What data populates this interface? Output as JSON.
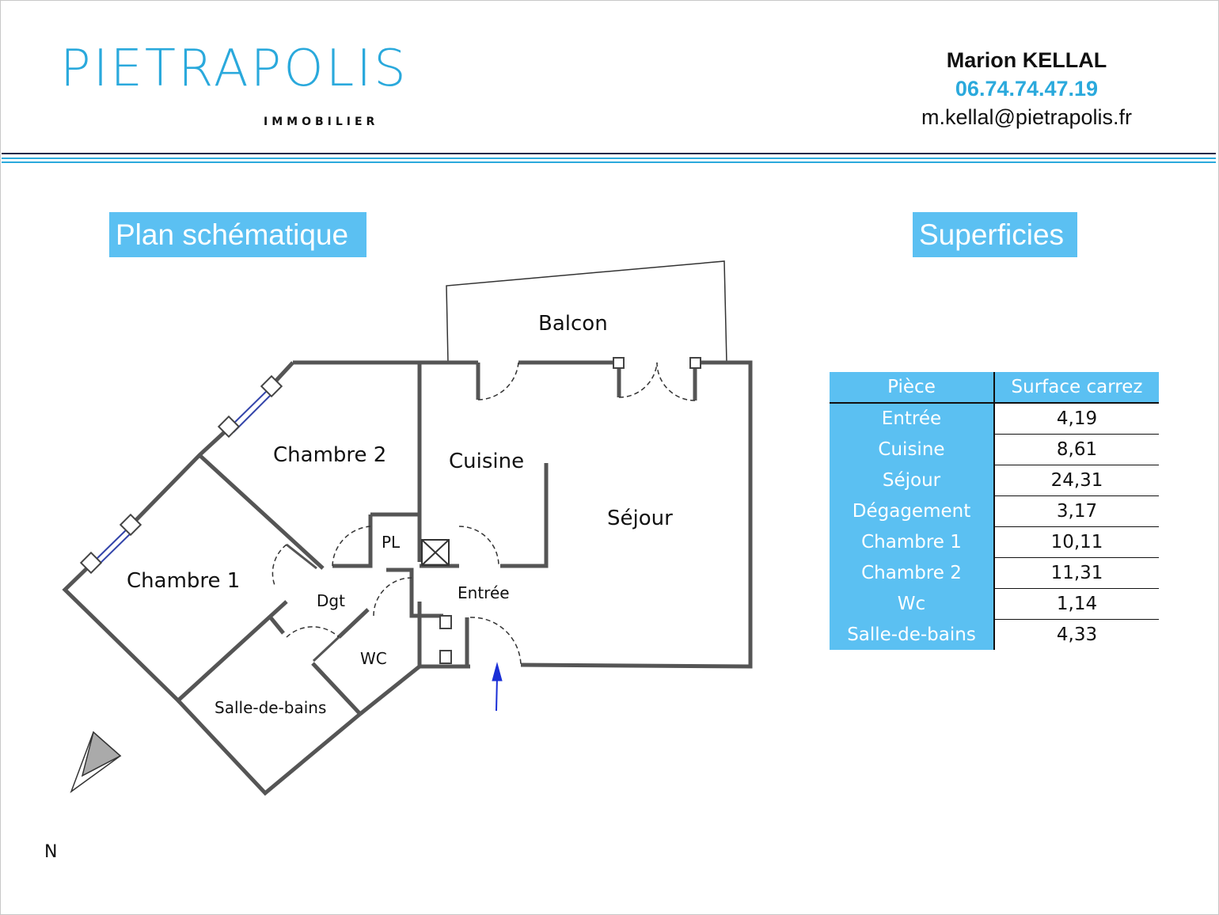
{
  "header": {
    "logo_text": "PIETRAPOLIS",
    "logo_subtitle": "IMMOBILIER",
    "contact_name": "Marion KELLAL",
    "contact_phone": "06.74.74.47.19",
    "contact_email": "m.kellal@pietrapolis.fr"
  },
  "sections": {
    "plan_title": "Plan schématique",
    "areas_title": "Superficies"
  },
  "plan": {
    "rooms": {
      "balcon": "Balcon",
      "chambre2": "Chambre 2",
      "cuisine": "Cuisine",
      "sejour": "Séjour",
      "chambre1": "Chambre 1",
      "pl": "PL",
      "dgt": "Dgt",
      "entree": "Entrée",
      "wc": "WC",
      "sdb": "Salle-de-bains"
    },
    "north_label": "N"
  },
  "areas_table": {
    "headers": [
      "Pièce",
      "Surface carrez"
    ],
    "rows": [
      {
        "room": "Entrée",
        "surface": "4,19"
      },
      {
        "room": "Cuisine",
        "surface": "8,61"
      },
      {
        "room": "Séjour",
        "surface": "24,31"
      },
      {
        "room": "Dégagement",
        "surface": "3,17"
      },
      {
        "room": "Chambre 1",
        "surface": "10,11"
      },
      {
        "room": "Chambre 2",
        "surface": "11,31"
      },
      {
        "room": "Wc",
        "surface": "1,14"
      },
      {
        "room": "Salle-de-bains",
        "surface": "4,33"
      }
    ]
  },
  "colors": {
    "brand_blue": "#2aa9dc",
    "badge_blue": "#5bc0f2",
    "wall_gray": "#555555",
    "arrow_blue": "#1a2fd6"
  }
}
